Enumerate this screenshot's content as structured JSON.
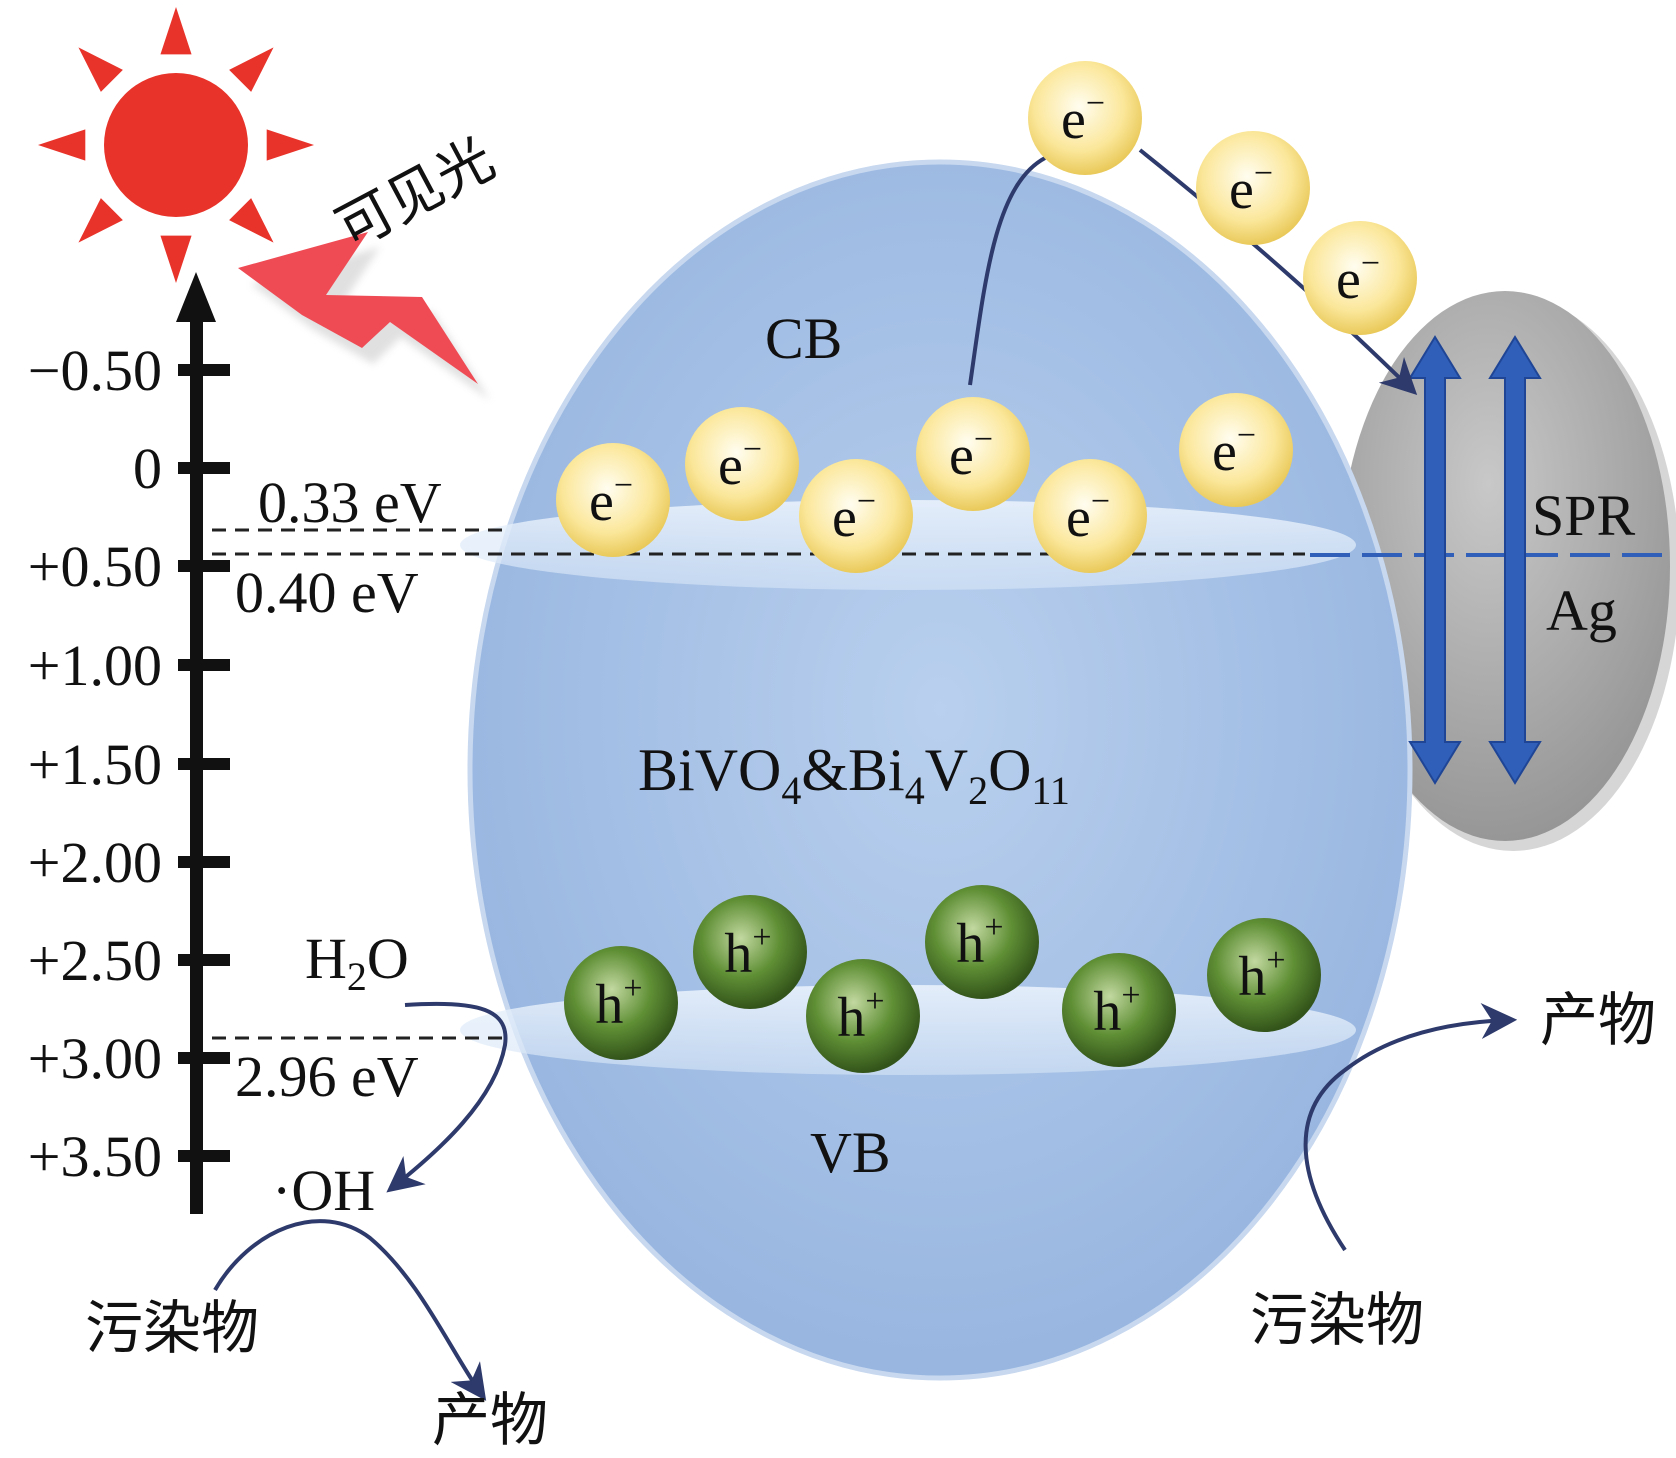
{
  "light": {
    "label": "可见光"
  },
  "axis": {
    "ticks": [
      "−0.50",
      "0",
      "+0.50",
      "+1.00",
      "+1.50",
      "+2.00",
      "+2.50",
      "+3.00",
      "+3.50"
    ]
  },
  "levels": {
    "cb_upper": "0.33 eV",
    "cb_lower": "0.40 eV",
    "vb": "2.96 eV"
  },
  "semiconductor": {
    "cb_label": "CB",
    "vb_label": "VB",
    "formula": {
      "p1": "BiVO",
      "s1": "4",
      "p2": "&Bi",
      "s2": "4",
      "p3": "V",
      "s3": "2",
      "p4": "O",
      "s4": "11"
    }
  },
  "metal": {
    "spr": "SPR",
    "name": "Ag"
  },
  "electron": {
    "base": "e",
    "charge": "−"
  },
  "hole": {
    "base": "h",
    "charge": "+"
  },
  "left_reaction": {
    "water_base": "H",
    "water_sub": "2",
    "water_end": "O",
    "radical": "·OH",
    "pollutant": "污染物",
    "product": "产物"
  },
  "right_reaction": {
    "pollutant": "污染物",
    "product": "产物"
  },
  "colors": {
    "sun": "#e8332a",
    "bolt": "#ef4b55",
    "ellipse": "#a9c4e6",
    "electron": "#fbe79a",
    "hole": "#4f7f27",
    "arrow_blue": "#2f5fb8",
    "curve": "#2d3a6b",
    "ag": "#a6a6a6"
  }
}
